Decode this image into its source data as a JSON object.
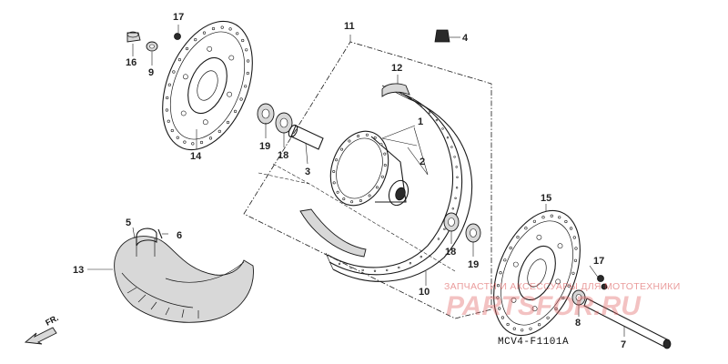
{
  "diagram": {
    "labels": {
      "p1": "1",
      "p2": "2",
      "p3": "3",
      "p4": "4",
      "p5": "5",
      "p6": "6",
      "p7": "7",
      "p8": "8",
      "p9": "9",
      "p10": "10",
      "p11": "11",
      "p12": "12",
      "p13": "13",
      "p14": "14",
      "p15": "15",
      "p16": "16",
      "p17a": "17",
      "p17b": "17",
      "p18a": "18",
      "p18b": "18",
      "p19a": "19",
      "p19b": "19"
    },
    "diagram_code": "MCV4-F1101A",
    "direction_label": "FR."
  },
  "watermark": {
    "tagline": "ЗАПЧАСТИ И АКСЕССУАРЫ ДЛЯ МОТОТЕХНИКИ",
    "brand": "PARTSFOR.RU"
  },
  "colors": {
    "line": "#1a1a1a",
    "watermark": "#e06060"
  }
}
